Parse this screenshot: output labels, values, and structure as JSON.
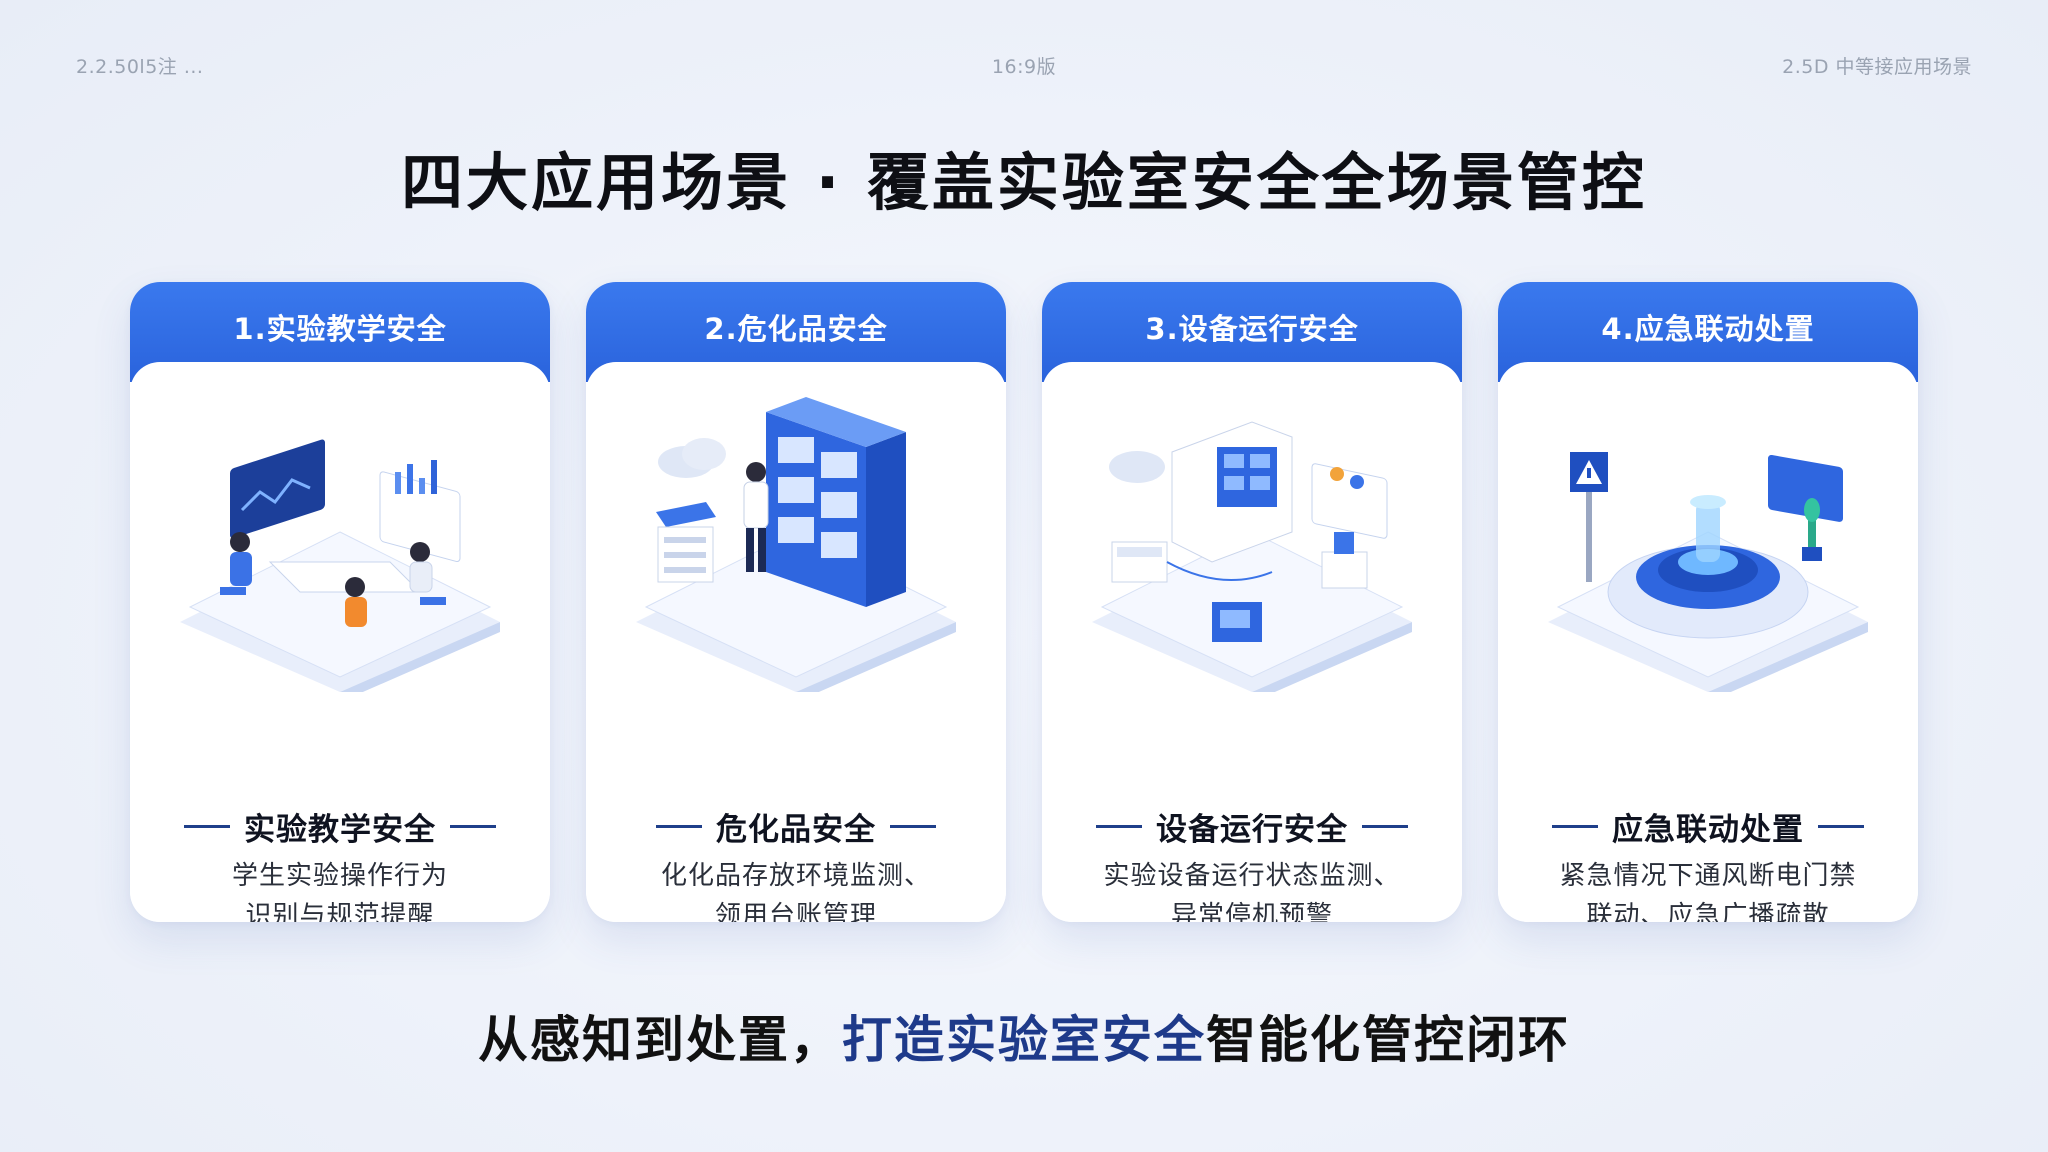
{
  "meta": {
    "left": "2.2.50l5注 ...",
    "center": "16:9版",
    "right": "2.5D 中等接应用场景"
  },
  "title": "四大应用场景 · 覆盖实验室安全全场景管控",
  "colors": {
    "accent": "#2f6de6",
    "dark": "#1e3a8a"
  },
  "cards": [
    {
      "header": "1.实验教学安全",
      "subtitle": "实验教学安全",
      "desc1": "学生实验操作行为",
      "desc2": "识别与规范提醒",
      "illustration": "classroom-icon"
    },
    {
      "header": "2.危化品安全",
      "subtitle": "危化品安全",
      "desc1": "化化品存放环境监测、",
      "desc2": "领用台账管理",
      "illustration": "chemical-cabinet-icon"
    },
    {
      "header": "3.设备运行安全",
      "subtitle": "设备运行安全",
      "desc1": "实验设备运行状态监测、",
      "desc2": "异常停机预警",
      "illustration": "equipment-icon"
    },
    {
      "header": "4.应急联动处置",
      "subtitle": "应急联动处置",
      "desc1": "紧急情况下通风断电门禁",
      "desc2": "联动、应急广播疏散",
      "illustration": "emergency-icon"
    }
  ],
  "footer": {
    "part1": "从感知到处置，",
    "part2": "打造实验室安全",
    "part3": "智能化管控闭环"
  }
}
